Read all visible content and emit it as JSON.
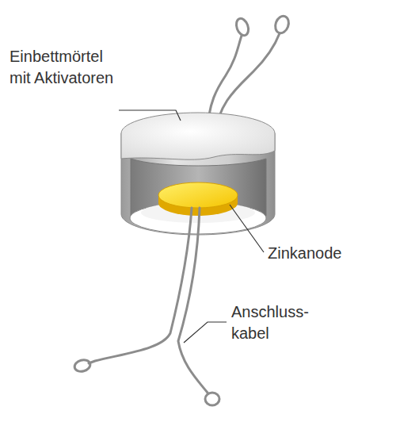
{
  "diagram": {
    "labels": [
      "Einbettmörtel mit Aktivatoren",
      "Zinkanode",
      "Anschluss- kabel"
    ]
  }
}
